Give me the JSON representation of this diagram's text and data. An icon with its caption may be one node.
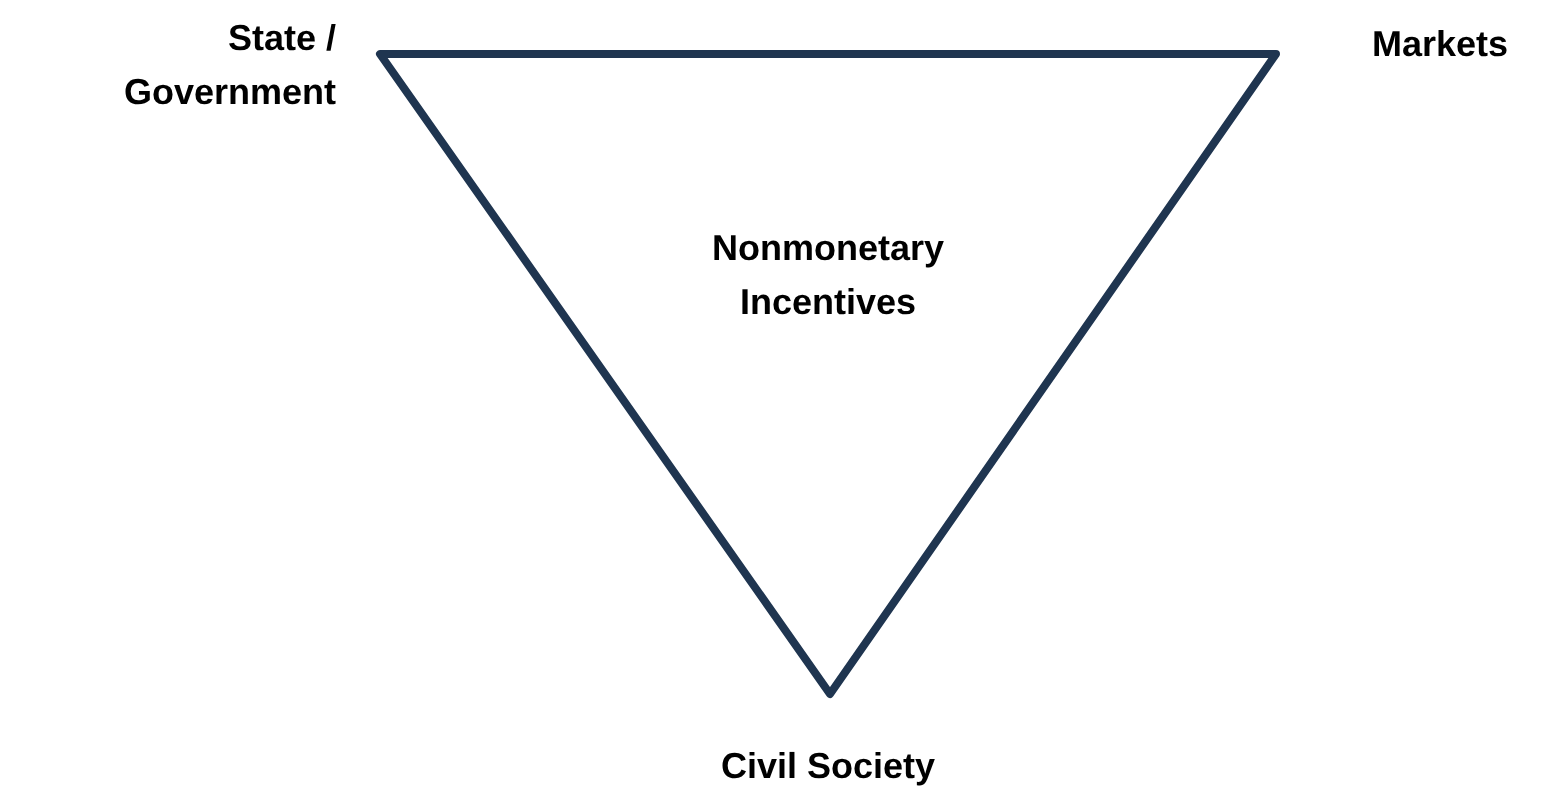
{
  "diagram": {
    "nodes": [
      {
        "text": [
          "Nonmonetary Incentives"
        ]
      }
    ],
    "labels": [
      "State / Government",
      "Markets",
      "Civil Society"
    ]
  }
}
